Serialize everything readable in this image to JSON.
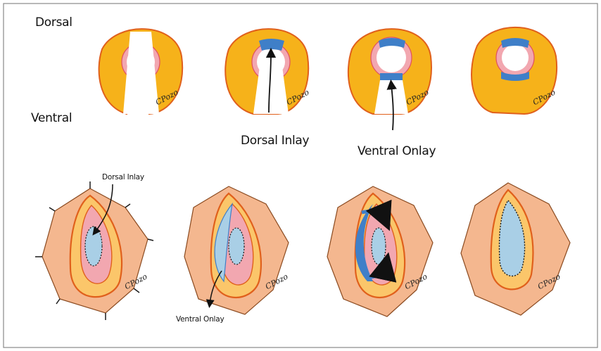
{
  "labels": {
    "dorsal": "Dorsal",
    "ventral": "Ventral",
    "dorsal_inlay_top": "Dorsal Inlay",
    "ventral_onlay_top": "Ventral Onlay",
    "dorsal_inlay_bottom": "Dorsal Inlay",
    "ventral_onlay_bottom": "Ventral Onlay"
  },
  "signature": "CPozo",
  "colors": {
    "urethra_orange": "#f6b21a",
    "outline": "#e0601c",
    "mucosa_pink": "#f2a7b0",
    "lumen_white": "#ffffff",
    "graft_blue": "#3f7fc8",
    "graft_light_blue": "#a9cfe6",
    "skin_peach": "#f4b78f",
    "spongiosum_yellow": "#fbc66a",
    "suture_black": "#1a1a1a"
  },
  "icons": [
    "curved-arrow-icon",
    "suture-pin-icon",
    "rotation-arrow-icon"
  ]
}
